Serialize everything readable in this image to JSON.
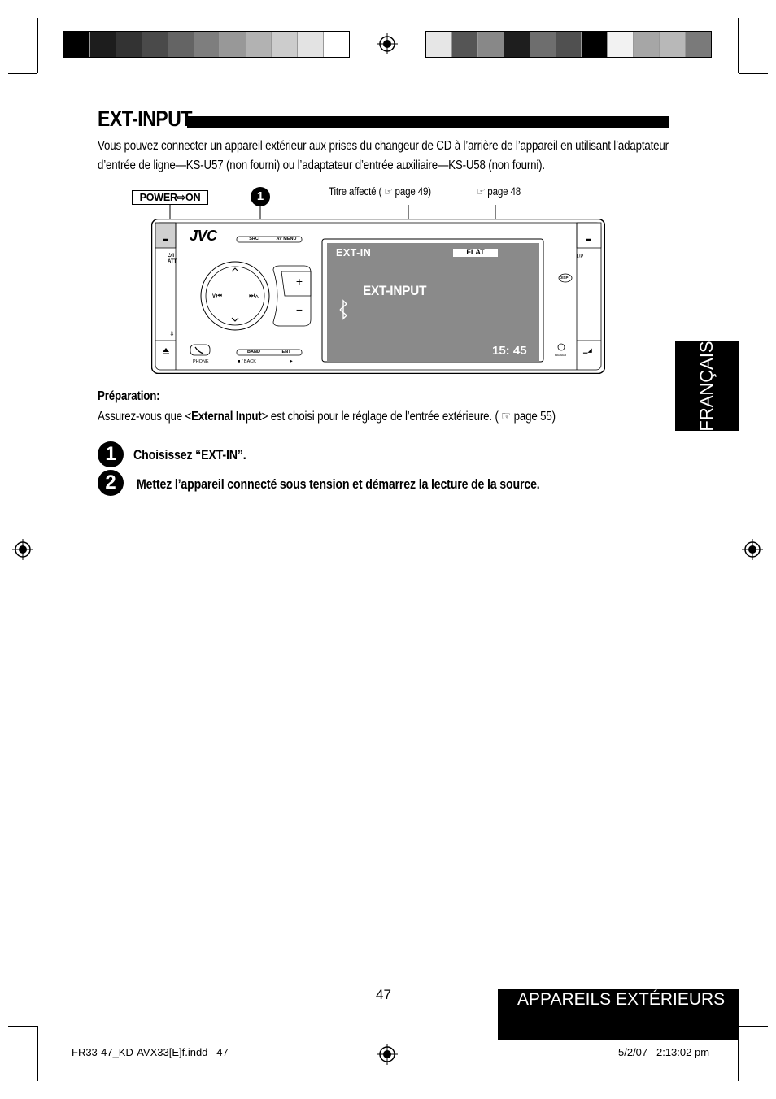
{
  "title": "EXT-INPUT",
  "intro": "Vous pouvez connecter un appareil extérieur aux prises du changeur de CD à l’arrière de l’appareil en utilisant l’adaptateur d’entrée de ligne—KS-U57 (non fourni) ou l’adaptateur d’entrée auxiliaire—KS-U58 (non fourni).",
  "language_tab": "FRANÇAIS",
  "diagram": {
    "power_on": "POWER⇨ON",
    "callout_number": "1",
    "title_ref": "Titre affecté (",
    "title_ref_page": "page 49)",
    "mode_ref_page": "page 48",
    "pointer_icon": "☞",
    "brand": "JVC",
    "src_label": "SRC",
    "avmenu_label": "AV MENU",
    "att_label": "ATT",
    "tp_label": "T/P",
    "disp_label": "DISP",
    "phone_label": "PHONE",
    "band_label": "BAND",
    "ent_label": "ENT",
    "back_label": "■ / BACK",
    "play_label": "►",
    "reset_label": "RESET",
    "screen": {
      "source": "EXT-IN",
      "mode": "FLAT",
      "main": "EXT-INPUT",
      "clock": "15: 45"
    }
  },
  "preparation": {
    "heading": "Préparation:",
    "text_before": "Assurez-vous que <",
    "bold": "External Input",
    "text_after": "> est choisi pour le réglage de l’entrée extérieure. (",
    "page_ref": "page 55)"
  },
  "steps": [
    {
      "num": "1",
      "text": "Choisissez “EXT-IN”."
    },
    {
      "num": "2",
      "text": "Mettez l’appareil connecté sous tension et démarrez la lecture de la source."
    }
  ],
  "page_number": "47",
  "footer_section": "APPAREILS EXTÉRIEURS",
  "slug_left": "FR33-47_KD-AVX33[E]f.indd   47",
  "slug_right": "5/2/07   2:13:02 pm",
  "colors": {
    "bar_left": [
      "#000000",
      "#1d1d1d",
      "#333333",
      "#4a4a4a",
      "#646464",
      "#7e7e7e",
      "#989898",
      "#b2b2b2",
      "#cccccc",
      "#e3e3e3",
      "#ffffff"
    ],
    "bar_right": [
      "#e6e6e6",
      "#555555",
      "#888888",
      "#1e1e1e",
      "#6e6e6e",
      "#505050",
      "#000000",
      "#f2f2f2",
      "#a6a6a6",
      "#b8b8b8",
      "#7a7a7a"
    ],
    "screen": "#8a8a8a"
  }
}
